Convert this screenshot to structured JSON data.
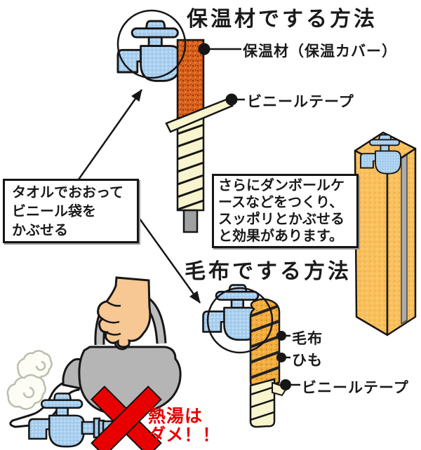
{
  "section1": {
    "title": "保温材でする方法",
    "label_insulation": "保温材（保温カバー）",
    "label_vinyl_tape": "ビニールテープ"
  },
  "note_towel": {
    "line1": "タオルでおおって",
    "line2": "ビニール袋を",
    "line3": "かぶせる"
  },
  "note_cardboard": {
    "line1": "さらにダンボールケ",
    "line2": "ースなどをつくり、",
    "line3": "スッポリとかぶせる",
    "line4": "と効果があります。"
  },
  "section2": {
    "title": "毛布でする方法",
    "label_blanket": "毛布",
    "label_string": "ひも",
    "label_vinyl_tape": "ビニールテープ"
  },
  "warning": {
    "line1": "熱湯は",
    "line2": "ダメ！！"
  },
  "colors": {
    "insulation_orange": "#D9621B",
    "tape_cream": "#F8F4CE",
    "blanket_orange": "#F2AC3E",
    "carton_tan": "#F9C05C",
    "faucet_blue": "#A9CFEF",
    "pipe_gray": "#9FA0A2",
    "warning_red": "#E60000",
    "outline_black": "#161616"
  }
}
